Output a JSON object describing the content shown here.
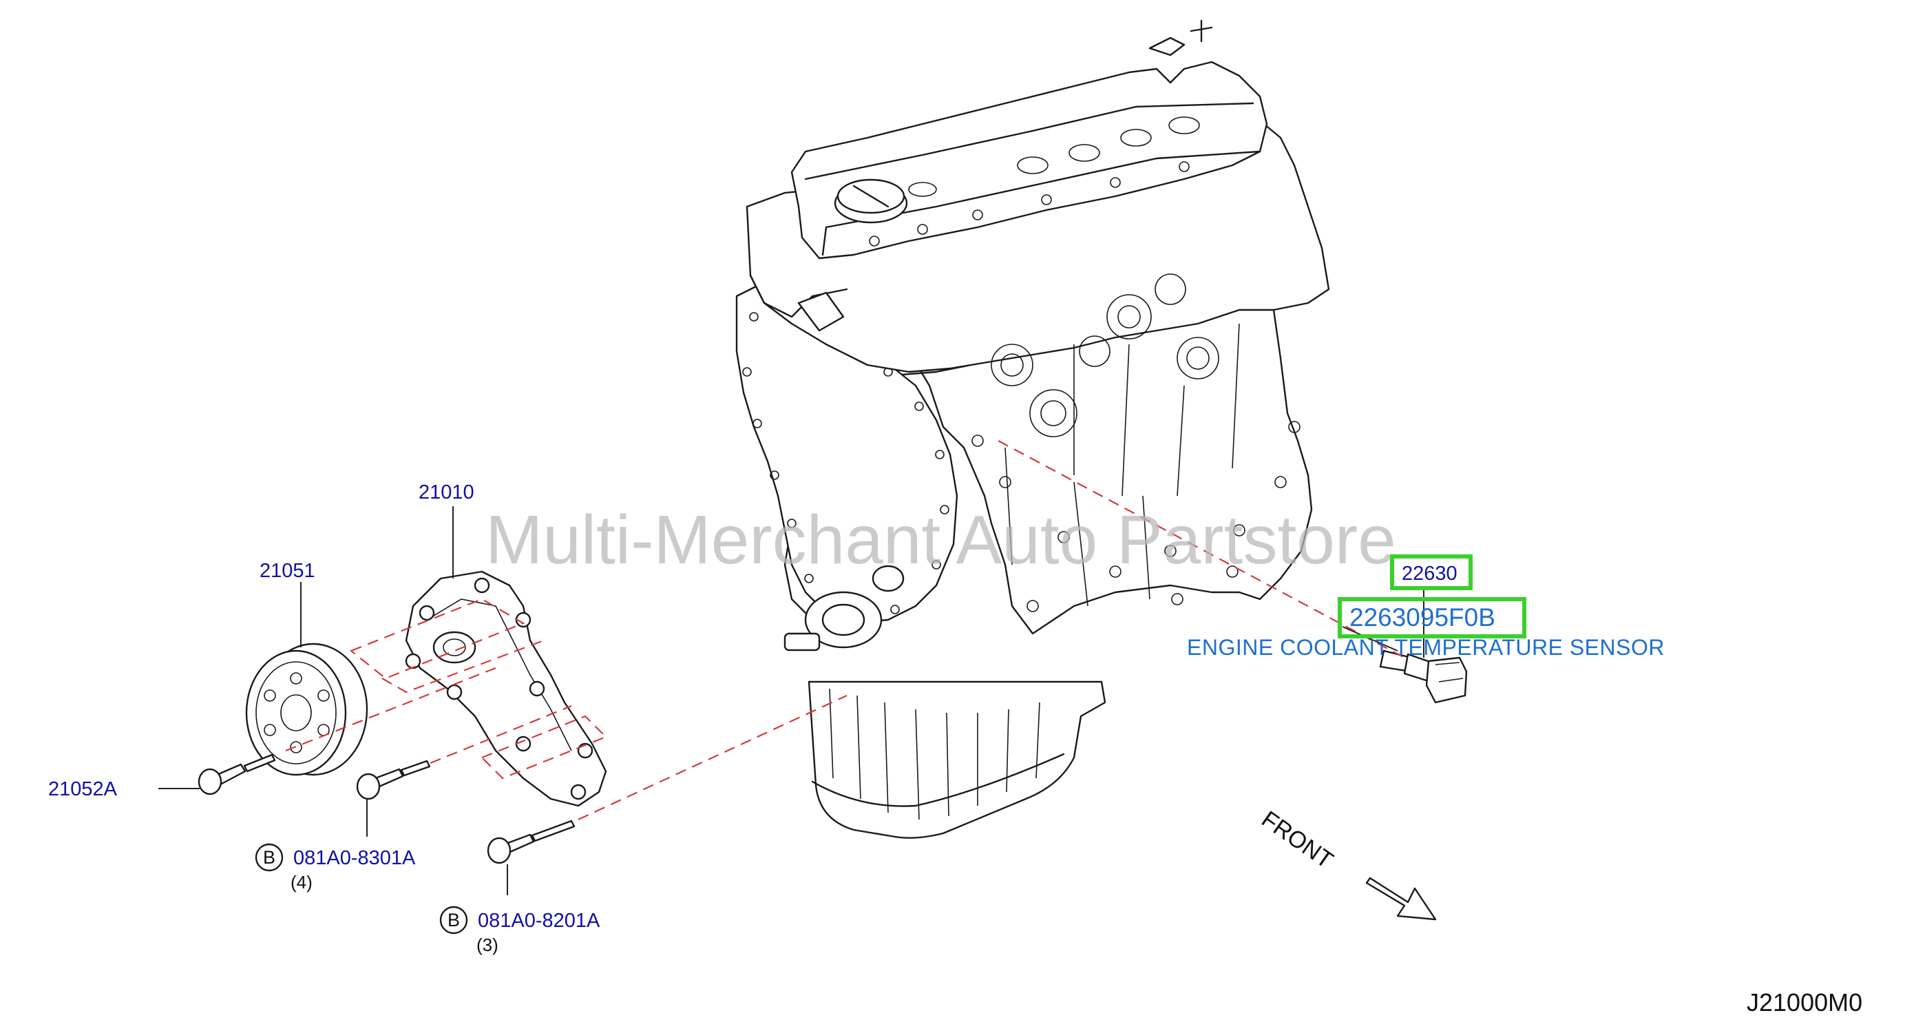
{
  "watermark": "Multi-Merchant Auto Partstore",
  "diagram_code": "J21000M0",
  "front_label": "FRONT",
  "highlight_color": "#3ccf2d",
  "part_number_color": "#1010a8",
  "description_color": "#1e6fd0",
  "callouts": {
    "water_pump": {
      "number": "21010"
    },
    "pulley": {
      "number": "21051"
    },
    "pulley_bolt": {
      "number": "21052A"
    },
    "bolt_short": {
      "mark": "B",
      "number": "081A0-8301A",
      "qty": "(4)"
    },
    "bolt_long": {
      "mark": "B",
      "number": "081A0-8201A",
      "qty": "(3)"
    },
    "sensor": {
      "number": "22630",
      "full_part_number": "2263095F0B",
      "description": "ENGINE COOLANT TEMPERATURE SENSOR"
    }
  },
  "icons": [
    "front-arrow-icon",
    "b-circle-icon"
  ]
}
